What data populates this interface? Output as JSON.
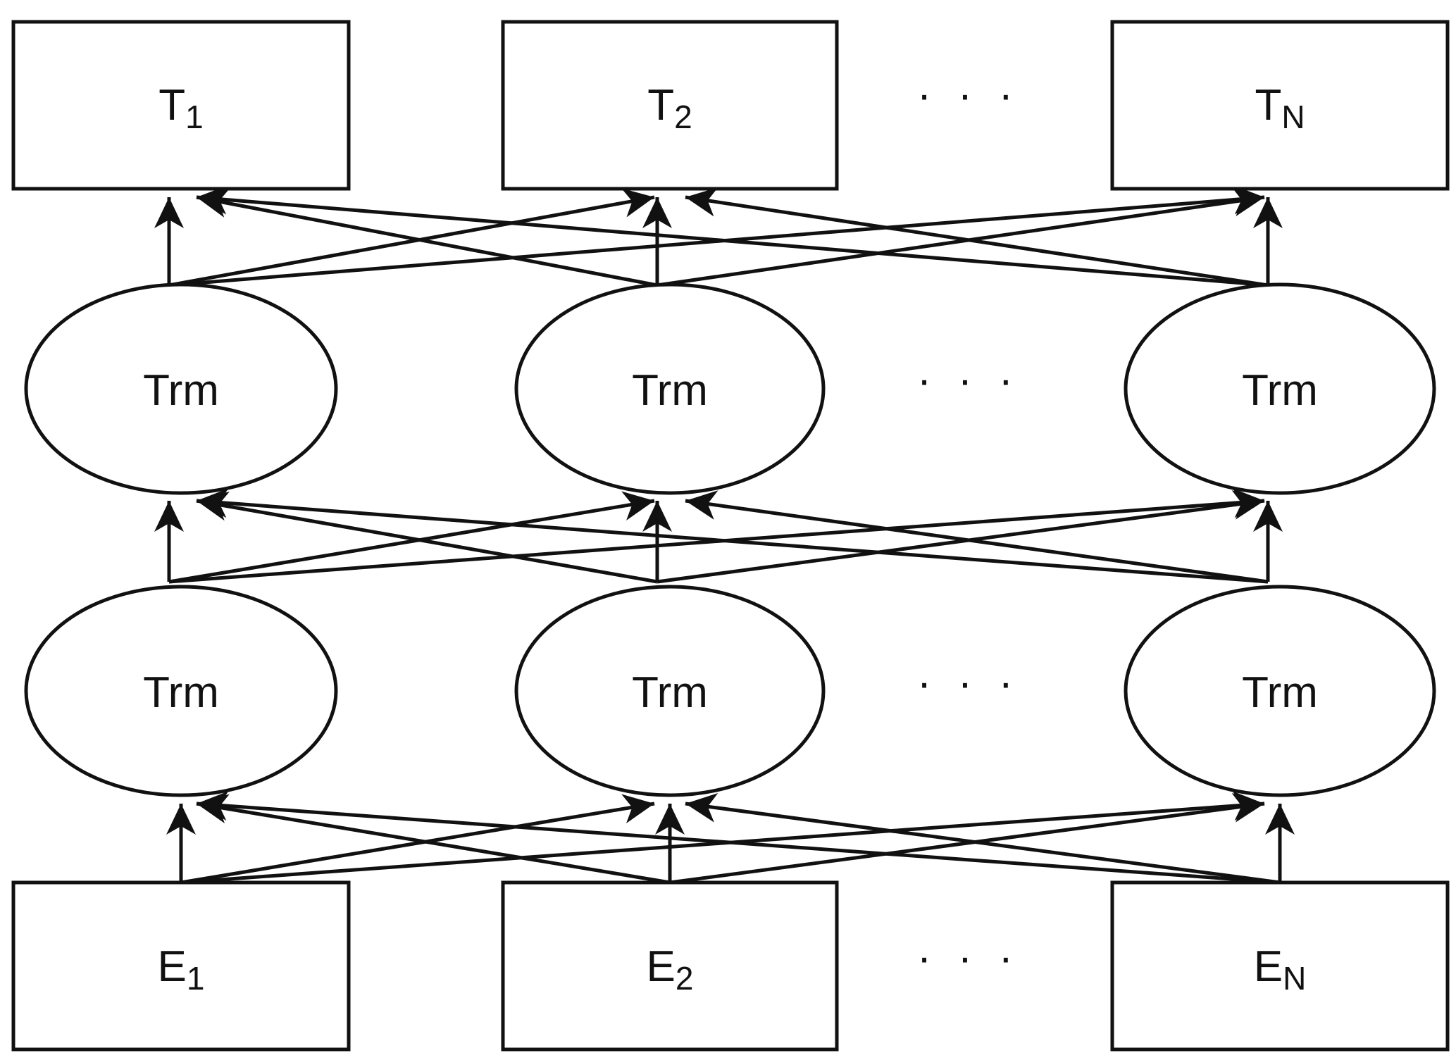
{
  "diagram": {
    "outputs": [
      {
        "base": "T",
        "sub": "1"
      },
      {
        "base": "T",
        "sub": "2"
      },
      {
        "base": "T",
        "sub": "N"
      }
    ],
    "inputs": [
      {
        "base": "E",
        "sub": "1"
      },
      {
        "base": "E",
        "sub": "2"
      },
      {
        "base": "E",
        "sub": "N"
      }
    ],
    "layer_label": "Trm",
    "ellipsis": "· · ·"
  },
  "colors": {
    "stroke": "#111111",
    "background": "#ffffff"
  }
}
